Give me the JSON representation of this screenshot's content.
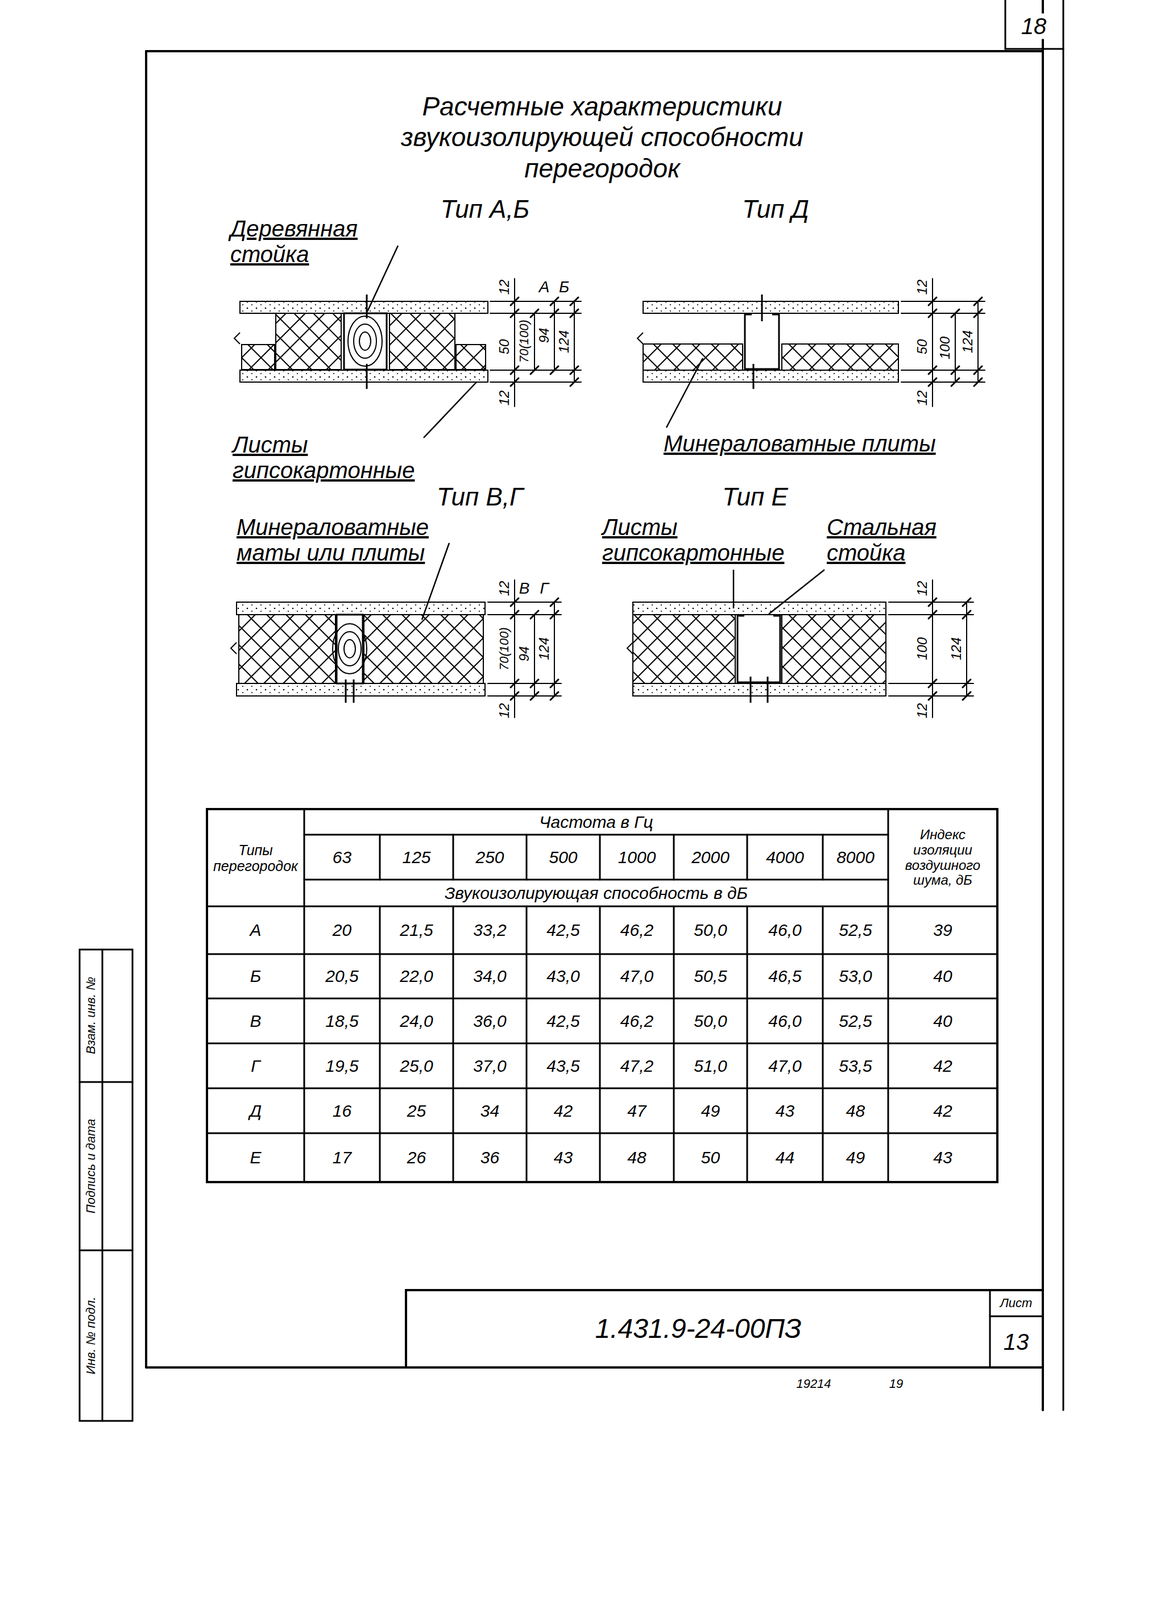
{
  "diagram": {
    "title": "Расчетные характеристики звукоизолирующей способности перегородок",
    "labels": [
      "18",
      "Тип А,Б",
      "Тип Д",
      "Деревянная стойка",
      "Листы гипсокартонные",
      "Минераловатные плиты",
      "Тип В,Г",
      "Тип Е",
      "Минераловатные маты или плиты",
      "Листы гипсокартонные",
      "Стальная стойка",
      "А",
      "Б",
      "12",
      "50",
      "70(100)",
      "94",
      "124",
      "12",
      "12",
      "50",
      "100",
      "124",
      "12",
      "В",
      "Г",
      "12",
      "70(100)",
      "94",
      "124",
      "12",
      "12",
      "100",
      "124",
      "12",
      "Типы перегородок",
      "Частота в Гц",
      "Индекс изоляции воздушного шума, дБ",
      "63",
      "125",
      "250",
      "500",
      "1000",
      "2000",
      "4000",
      "8000",
      "Звукоизолирующая способность в дБ",
      "А",
      "20",
      "21,5",
      "33,2",
      "42,5",
      "46,2",
      "50,0",
      "46,0",
      "52,5",
      "39",
      "Б",
      "20,5",
      "22,0",
      "34,0",
      "43,0",
      "47,0",
      "50,5",
      "46,5",
      "53,0",
      "40",
      "В",
      "18,5",
      "24,0",
      "36,0",
      "42,5",
      "46,2",
      "50,0",
      "46,0",
      "52,5",
      "40",
      "Г",
      "19,5",
      "25,0",
      "37,0",
      "43,5",
      "47,2",
      "51,0",
      "47,0",
      "53,5",
      "42",
      "Д",
      "16",
      "25",
      "34",
      "42",
      "47",
      "49",
      "43",
      "48",
      "42",
      "Е",
      "17",
      "26",
      "36",
      "43",
      "48",
      "50",
      "44",
      "49",
      "43",
      "Инв. № подл.",
      "Подпись и дата",
      "Взам. инв. №",
      "1.431.9-24-00ПЗ",
      "Лист",
      "13",
      "19214",
      "19"
    ]
  }
}
